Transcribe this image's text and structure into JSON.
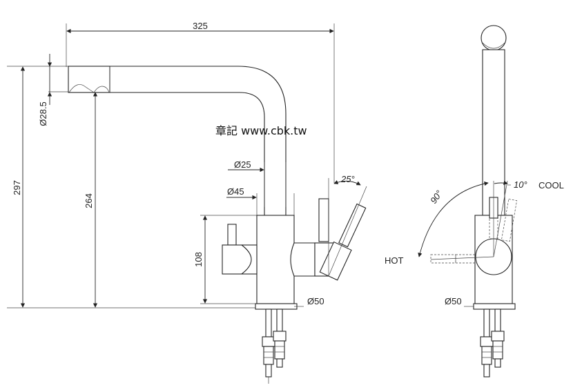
{
  "watermark": "章記 www.cbk.tw",
  "front_view": {
    "dim_width": "325",
    "dim_height_total": "297",
    "dim_height_spout": "264",
    "dim_spout_dia": "Ø28.5",
    "dim_neck_dia": "Ø25",
    "dim_body_dia": "Ø45",
    "dim_body_height": "108",
    "dim_base_dia": "Ø50",
    "dim_lever_angle": "25°"
  },
  "side_view": {
    "label_hot": "HOT",
    "label_cool": "COOL",
    "dim_rotation": "90°",
    "dim_cool_angle": "10°",
    "dim_base_dia": "Ø50"
  }
}
